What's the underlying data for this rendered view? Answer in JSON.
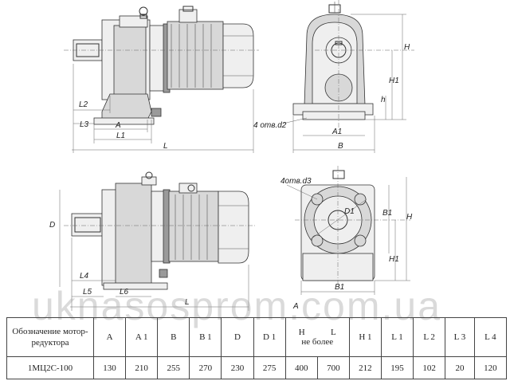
{
  "drawing": {
    "labels": {
      "L2": "L2",
      "L3": "L3",
      "A": "A",
      "L1": "L1",
      "L": "L",
      "H": "H",
      "H1": "H1",
      "h": "h",
      "d2": "4 отв.d2",
      "A1": "A1",
      "B": "B",
      "D": "D",
      "L4": "L4",
      "L5": "L5",
      "L6": "L6",
      "d3": "4отв.d3",
      "D1": "D1",
      "B1": "B1",
      "A_bottom": "A"
    }
  },
  "watermark": "uknasosprom.com.ua",
  "table": {
    "label_header": "Обозначение мотор-редуктора",
    "columns": [
      "A",
      "A 1",
      "B",
      "B 1",
      "D",
      "D 1",
      "H",
      "L",
      "H 1",
      "L 1",
      "L 2",
      "L 3",
      "L 4"
    ],
    "merged_note": "не более",
    "rows": [
      {
        "name": "1МЦ2С-100",
        "values": [
          "130",
          "210",
          "255",
          "270",
          "230",
          "275",
          "400",
          "700",
          "212",
          "195",
          "102",
          "20",
          "120"
        ]
      }
    ]
  }
}
